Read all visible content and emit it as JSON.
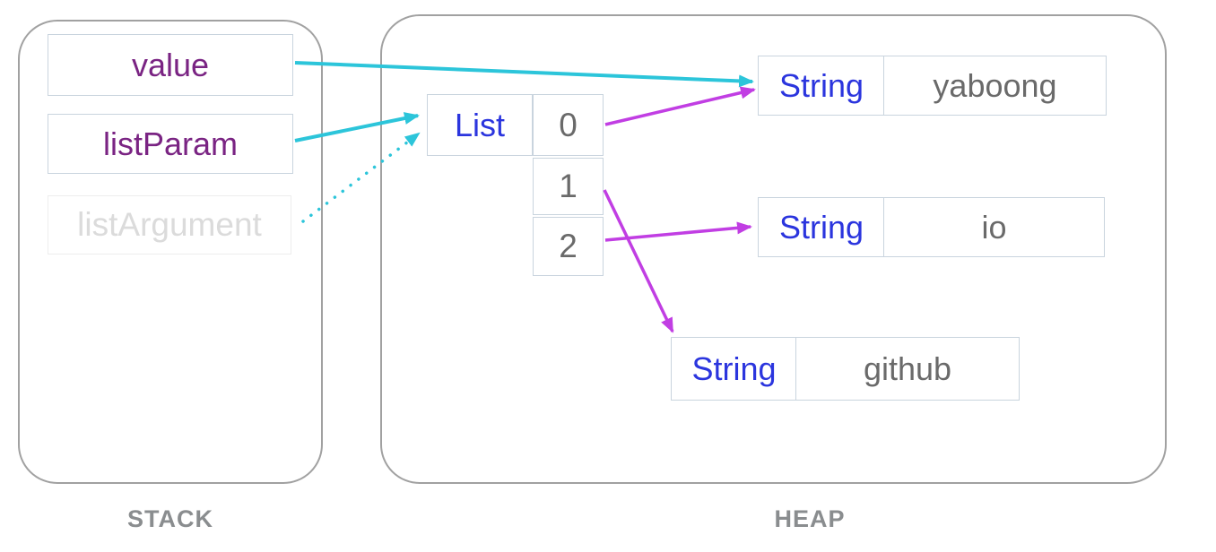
{
  "diagram_title": "stack-heap reference diagram",
  "stack": {
    "label": "STACK",
    "variables": [
      {
        "name": "value",
        "state": "active"
      },
      {
        "name": "listParam",
        "state": "active"
      },
      {
        "name": "listArgument",
        "state": "faded"
      }
    ]
  },
  "heap": {
    "label": "HEAP",
    "list": {
      "type_label": "List",
      "indices": [
        "0",
        "1",
        "2"
      ]
    },
    "strings": [
      {
        "type_label": "String",
        "value": "yaboong"
      },
      {
        "type_label": "String",
        "value": "io"
      },
      {
        "type_label": "String",
        "value": "github"
      }
    ]
  },
  "references": [
    {
      "from": "value",
      "to": "String yaboong",
      "style": "solid",
      "color": "cyan"
    },
    {
      "from": "listParam",
      "to": "List",
      "style": "solid",
      "color": "cyan"
    },
    {
      "from": "listArgument",
      "to": "List",
      "style": "dotted",
      "color": "cyan"
    },
    {
      "from": "List[0]",
      "to": "String yaboong",
      "style": "solid",
      "color": "magenta"
    },
    {
      "from": "List[1]",
      "to": "String github",
      "style": "solid",
      "color": "magenta"
    },
    {
      "from": "List[2]",
      "to": "String io",
      "style": "solid",
      "color": "magenta"
    }
  ],
  "colors": {
    "reference_cyan": "#2cc5da",
    "reference_magenta": "#c13ee3",
    "type_blue": "#2b35de",
    "variable_purple": "#7a2483",
    "value_gray": "#6a6a6a",
    "faded_gray": "#dbdbdb",
    "region_border": "#a1a1a1",
    "cell_border": "#c9d4de",
    "label_gray": "#8a8d8f"
  }
}
